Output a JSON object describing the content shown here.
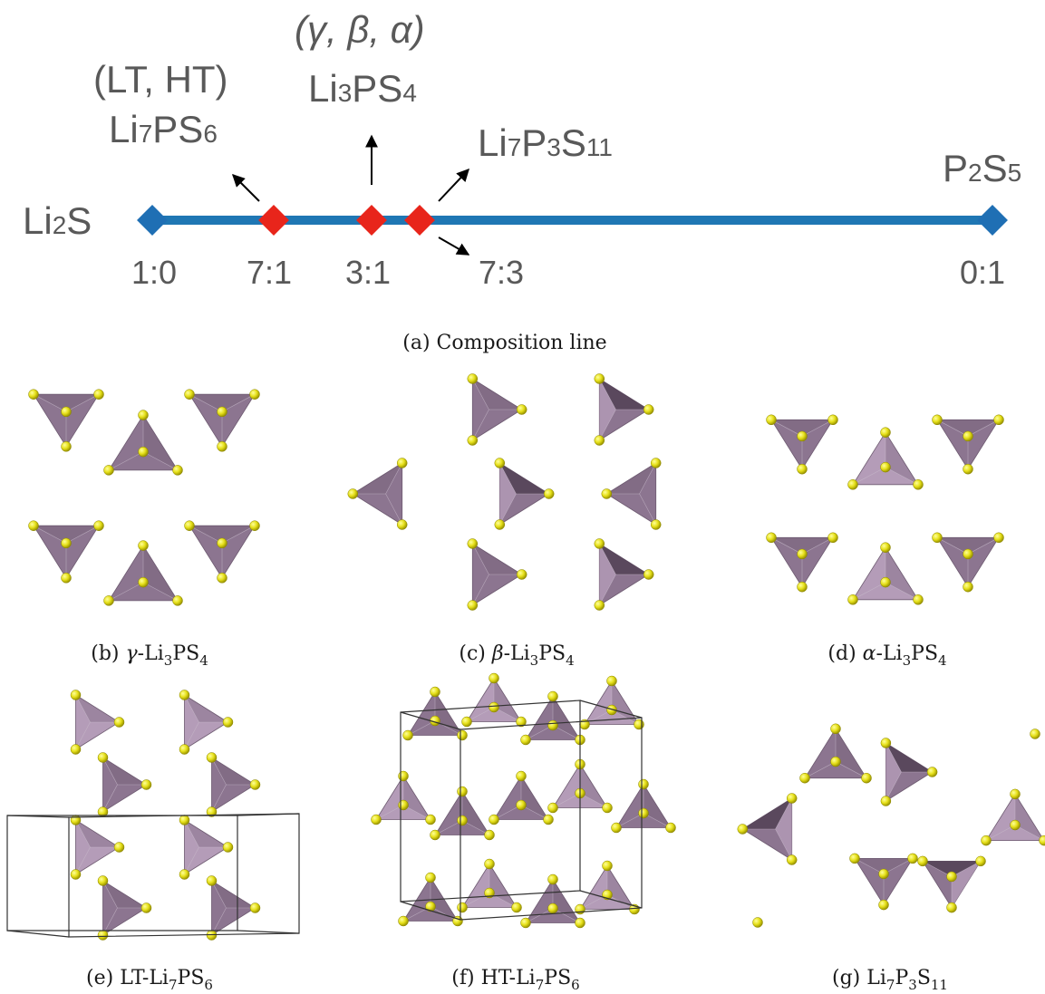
{
  "composition_line": {
    "caption": "(a) Composition line",
    "endpoints": [
      {
        "label": "Li2S",
        "label_parts": [
          "Li",
          "2",
          "S"
        ],
        "ratio": "1:0"
      },
      {
        "label": "P2S5",
        "label_parts": [
          "P",
          "2",
          "S",
          "5"
        ],
        "ratio": "0:1"
      }
    ],
    "compounds": [
      {
        "ratio": "7:1",
        "formula": "Li7PS6",
        "formula_parts": [
          "Li",
          "7",
          "PS",
          "6"
        ],
        "phases": "(LT, HT)"
      },
      {
        "ratio": "3:1",
        "formula": "Li3PS4",
        "formula_parts": [
          "Li",
          "3",
          "PS",
          "4"
        ],
        "phases": "(γ, β, α)"
      },
      {
        "ratio": "7:3",
        "formula": "Li7P3S11",
        "formula_parts": [
          "Li",
          "7",
          "P",
          "3",
          "S",
          "11"
        ],
        "phases": ""
      }
    ],
    "line_color": "#1f77b4",
    "endpoint_color": "#1f6fb4",
    "compound_color": "#e8251b"
  },
  "panels": [
    {
      "id": "b",
      "prefix": "(b) ",
      "greek": "γ",
      "parts": [
        "-Li",
        "3",
        "PS",
        "4"
      ]
    },
    {
      "id": "c",
      "prefix": "(c) ",
      "greek": "β",
      "parts": [
        "-Li",
        "3",
        "PS",
        "4"
      ]
    },
    {
      "id": "d",
      "prefix": "(d) ",
      "greek": "α",
      "parts": [
        "-Li",
        "3",
        "PS",
        "4"
      ]
    },
    {
      "id": "e",
      "prefix": "(e) ",
      "greek": "",
      "parts": [
        "LT-Li",
        "7",
        "PS",
        "6"
      ]
    },
    {
      "id": "f",
      "prefix": "(f) ",
      "greek": "",
      "parts": [
        "HT-Li",
        "7",
        "PS",
        "6"
      ]
    },
    {
      "id": "g",
      "prefix": "(g) ",
      "greek": "",
      "parts": [
        "Li",
        "7",
        "P",
        "3",
        "S",
        "11"
      ]
    }
  ],
  "colors": {
    "tetra_face": "#8c7590",
    "tetra_light": "#b49cb8",
    "tetra_dark": "#4a3a4c",
    "sulfur": "#e6e01a",
    "cell_edge": "#333333"
  }
}
